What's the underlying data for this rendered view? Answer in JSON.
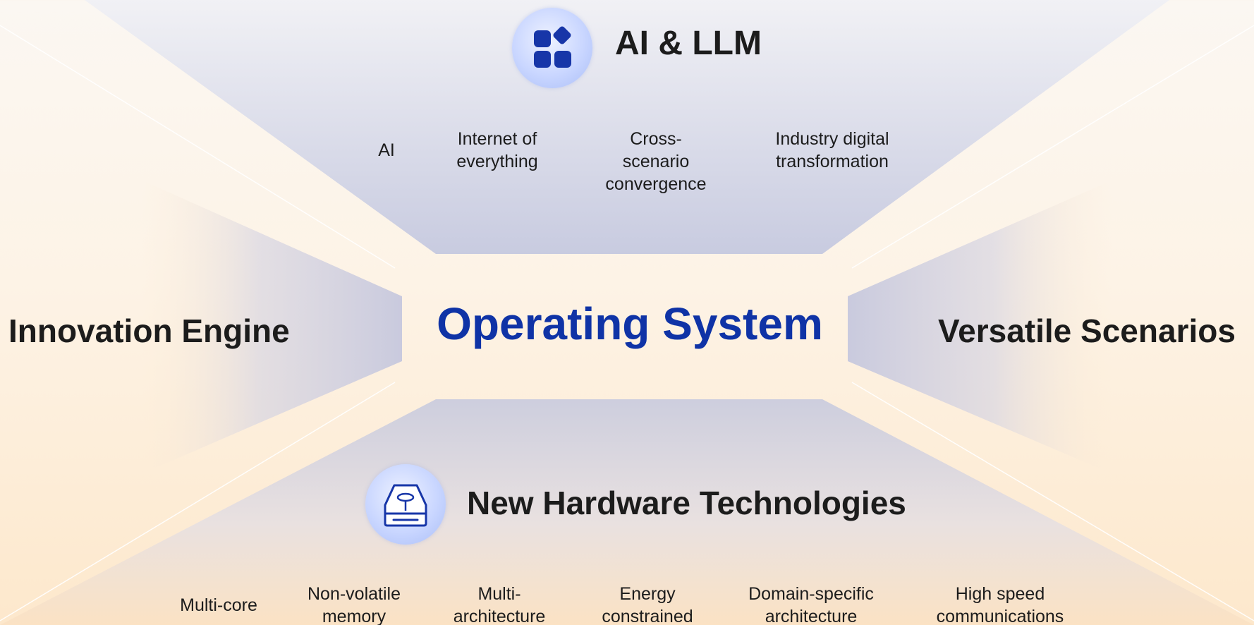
{
  "diagram": {
    "center": {
      "label": "Operating System"
    },
    "top": {
      "icon": "apps-grid-icon",
      "title": "AI & LLM",
      "items": [
        "AI",
        "Internet of\neverything",
        "Cross-scenario\nconvergence",
        "Industry digital\ntransformation"
      ]
    },
    "left": {
      "title": "Innovation Engine"
    },
    "right": {
      "title": "Versatile Scenarios"
    },
    "bottom": {
      "icon": "hard-drive-icon",
      "title": "New Hardware Technologies",
      "items": [
        "Multi-core",
        "Non-volatile\nmemory",
        "Multi-\narchitecture",
        "Energy\nconstrained",
        "Domain-specific\narchitecture",
        "High speed\ncommunications"
      ]
    },
    "colors": {
      "accent_blue": "#0f33a6",
      "icon_blue": "#1736a8",
      "title_text": "#1c1c1c",
      "background_peach": "#fde8cc",
      "panel_lavender": "#c9cbe0"
    }
  }
}
